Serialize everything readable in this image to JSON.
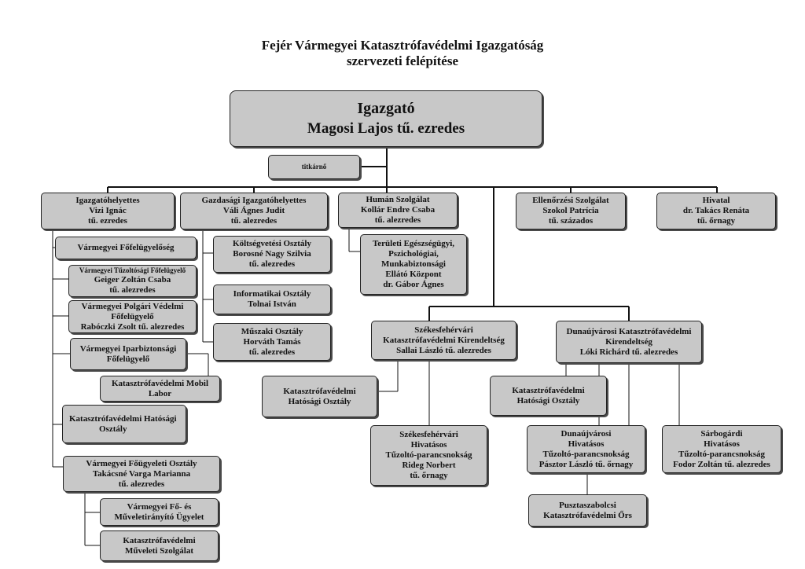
{
  "title": {
    "line1": "Fejér Vármegyei Katasztrófavédelmi Igazgatóság",
    "line2": "szervezeti felépítése"
  },
  "director": {
    "role": "Igazgató",
    "name": "Magosi Lajos tű. ezredes"
  },
  "secretary": {
    "label": "titkárnő"
  },
  "deputy": {
    "role": "Igazgatóhelyettes",
    "name": "Vizi Ignác",
    "rank": "tű. ezredes",
    "units": {
      "fofelugyeloseg": "Vármegyei Főfelügyelőség",
      "tuzoltosagi": {
        "title": "Vármegyei Tűzoltósági Főfelügyelő",
        "name": "Geiger Zoltán Csaba",
        "rank": "tű. alezredes"
      },
      "polgari": {
        "title1": "Vármegyei Polgári Védelmi",
        "title2": "Főfelügyelő",
        "name": "Rabóczki Zsolt tű. alezredes"
      },
      "iparbiztonsagi": {
        "line1": "Vármegyei Iparbiztonsági",
        "line2": "Főfelügyelő"
      },
      "mobil": {
        "line1": "Katasztrófavédelmi Mobil",
        "line2": "Labor"
      },
      "hatosagi": {
        "line1": "Katasztrófavédelmi Hatósági",
        "line2": "Osztály"
      },
      "fougyeleti": {
        "title": "Vármegyei Főügyeleti Osztály",
        "name": "Takácsné Varga Marianna",
        "rank": "tű. alezredes"
      },
      "ugyelet": {
        "line1": "Vármegyei  Fő- és",
        "line2": "Műveletirányító Ügyelet"
      },
      "muveleti": {
        "line1": "Katasztrófavédelmi",
        "line2": "Műveleti Szolgálat"
      }
    }
  },
  "economic": {
    "role": "Gazdasági Igazgatóhelyettes",
    "name": "Váli Ágnes Judit",
    "rank": "tű. alezredes",
    "units": {
      "koltsegvetesi": {
        "title": "Költségvetési Osztály",
        "name": "Borosné Nagy Szilvia",
        "rank": "tű. alezredes"
      },
      "informatikai": {
        "title": "Informatikai Osztály",
        "name": "Tolnai István"
      },
      "muszaki": {
        "title": "Műszaki Osztály",
        "name": "Horváth Tamás",
        "rank": "tű. alezredes"
      }
    }
  },
  "human": {
    "role": "Humán Szolgálat",
    "name": "Kollár Endre Csaba",
    "rank": "tű. alezredes",
    "health": {
      "line1": "Területi Egészségügyi,",
      "line2": "Pszichológiai,",
      "line3": "Munkabiztonsági",
      "line4": "Ellátó Központ",
      "line5": "dr. Gábor Ágnes"
    }
  },
  "control": {
    "role": "Ellenőrzési Szolgálat",
    "name": "Szokol Patrícia",
    "rank": "tű. százados"
  },
  "office": {
    "role": "Hivatal",
    "name": "dr. Takács Renáta",
    "rank": "tű. őrnagy"
  },
  "szekesfehervar": {
    "line1": "Székesfehérvári",
    "line2": "Katasztrófavédelmi Kirendeltség",
    "line3": "Sallai László tű. alezredes",
    "authority": {
      "line1": "Katasztrófavédelmi",
      "line2": "Hatósági Osztály"
    },
    "fire": {
      "line1": "Székesfehérvári",
      "line2": "Hivatásos",
      "line3": "Tűzoltó-parancsnokság",
      "line4": "Rideg Norbert",
      "line5": "tű. őrnagy"
    }
  },
  "dunaujvaros": {
    "line1": "Dunaújvárosi Katasztrófavédelmi",
    "line2": "Kirendeltség",
    "line3": "Lóki Richárd tű. alezredes",
    "authority": {
      "line1": "Katasztrófavédelmi",
      "line2": "Hatósági Osztály"
    },
    "fire": {
      "line1": "Dunaújvárosi",
      "line2": "Hivatásos",
      "line3": "Tűzoltó-parancsnokság",
      "line4": "Pásztor László tű. őrnagy"
    },
    "sarbogard": {
      "line1": "Sárbogárdi",
      "line2": "Hivatásos",
      "line3": "Tűzoltó-parancsnokság",
      "line4": "Fodor Zoltán tű. alezredes"
    },
    "post": {
      "line1": "Pusztaszabolcsi",
      "line2": "Katasztrófavédelmi Őrs"
    }
  }
}
